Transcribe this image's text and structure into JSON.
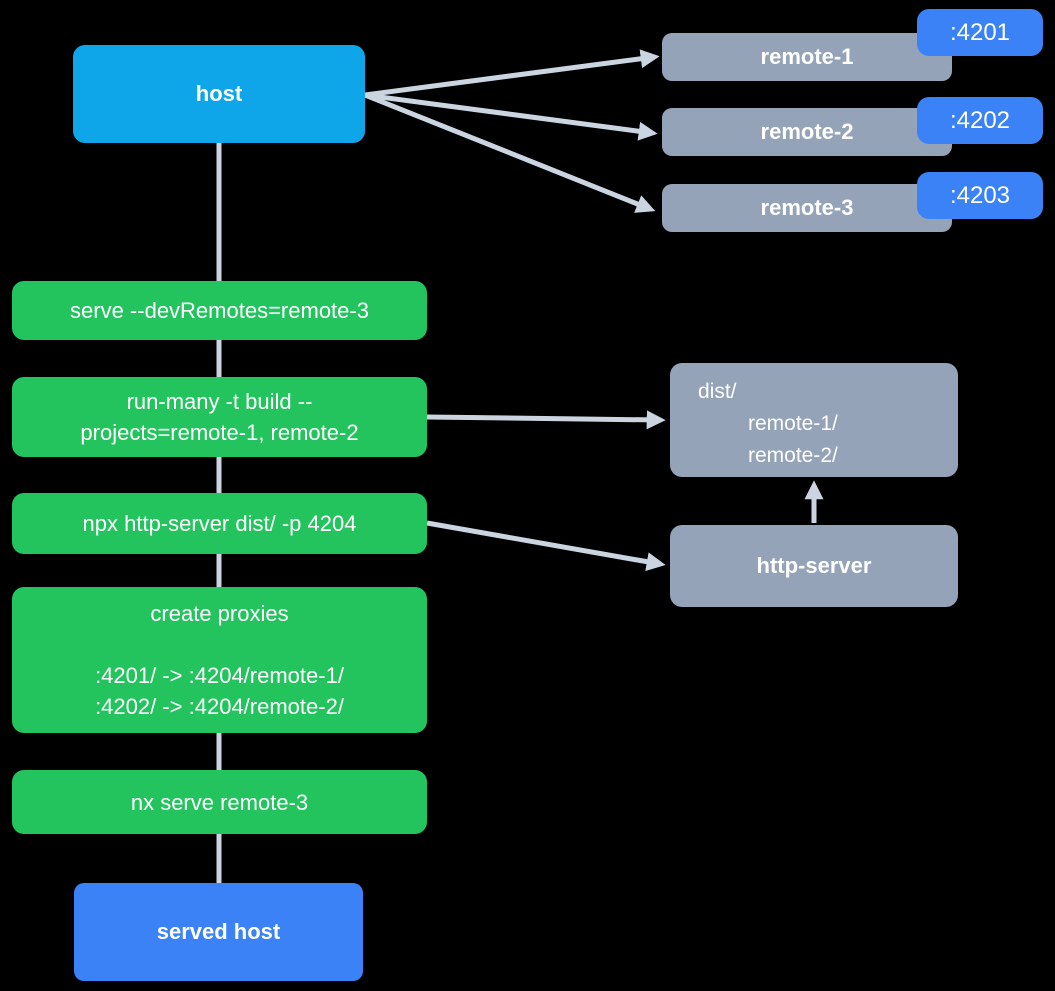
{
  "colors": {
    "background": "#000000",
    "host_fill": "#0ea6e9",
    "remote_fill": "#94a3b8",
    "port_fill": "#3b82f6",
    "served_host_fill": "#3b82f6",
    "command_fill": "#23c45e",
    "connector": "#cbd5e1",
    "text": "#ffffff"
  },
  "nodes": {
    "host": {
      "label": "host"
    },
    "remotes": [
      {
        "label": "remote-1",
        "port": ":4201"
      },
      {
        "label": "remote-2",
        "port": ":4202"
      },
      {
        "label": "remote-3",
        "port": ":4203"
      }
    ],
    "dist_folder": {
      "lines": [
        "dist/",
        "remote-1/",
        "remote-2/"
      ]
    },
    "http_server": {
      "label": "http-server"
    },
    "served_host": {
      "label": "served host"
    }
  },
  "steps": {
    "serve_dev_remotes": "serve --devRemotes=remote-3",
    "run_many": [
      "run-many -t build --",
      "projects=remote-1, remote-2"
    ],
    "http_server_cmd": "npx http-server dist/ -p 4204",
    "create_proxies": {
      "title": "create proxies",
      "mappings": [
        ":4201/ -> :4204/remote-1/",
        ":4202/ -> :4204/remote-2/"
      ]
    },
    "nx_serve": "nx serve remote-3"
  }
}
